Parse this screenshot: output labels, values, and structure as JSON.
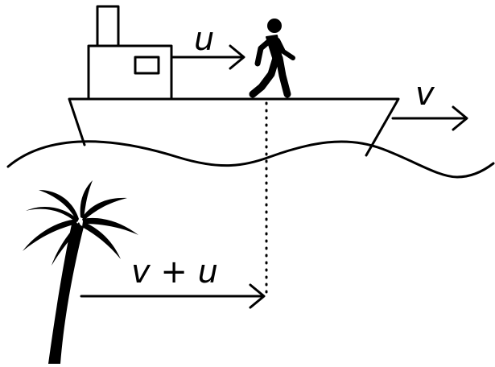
{
  "labels": {
    "walker_speed": "u",
    "ship_speed": "v",
    "ground_speed": "v + u"
  },
  "icons": {
    "walker": "person-walking-icon",
    "ship": "ship-icon",
    "palm": "palm-tree-icon"
  },
  "colors": {
    "ink": "#000000",
    "background": "#ffffff"
  }
}
